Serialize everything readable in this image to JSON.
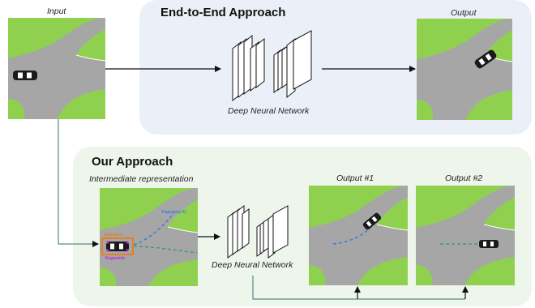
{
  "top": {
    "input_caption": "Input",
    "approach_title": "End-to-End Approach",
    "network_label": "Deep Neural Network",
    "output_caption": "Output"
  },
  "bottom": {
    "approach_title": "Our Approach",
    "intermediate_caption": "Intermediate representation",
    "network_label": "Deep Neural Network",
    "output1_caption": "Output #1",
    "output2_caption": "Output #2",
    "annotations": {
      "detection": "Detection",
      "trajectory": "Trajectory #1",
      "keypoints": "Keypoints"
    }
  },
  "colors": {
    "grass": "#8fd14f",
    "road": "#a6a6a6",
    "e2e_panel": "#ebeff7",
    "ours_panel": "#eef5ea",
    "connector": "#5a8a8a",
    "detection": "#e67e22",
    "keypoints": "#c026d3",
    "trajectory": "#3b7dd8",
    "trajectory2": "#3aa06a"
  }
}
